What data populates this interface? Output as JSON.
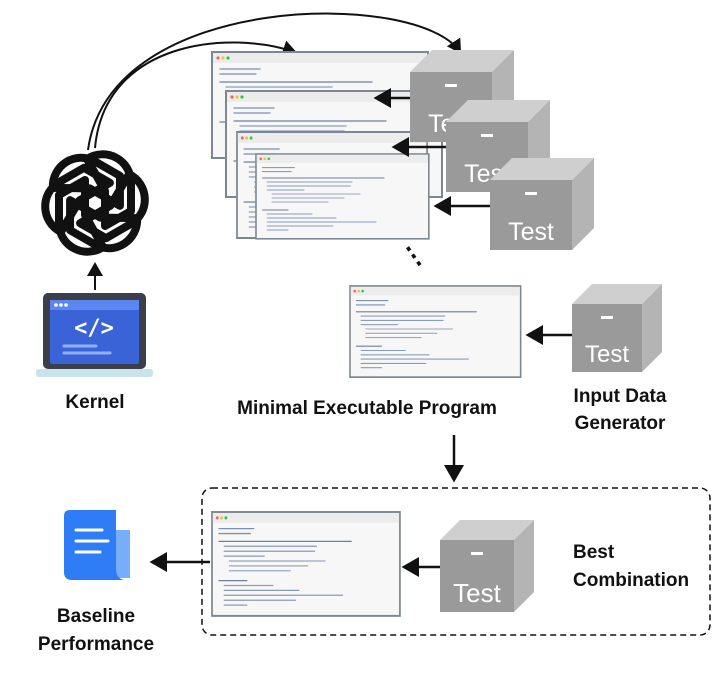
{
  "labels": {
    "kernel": "Kernel",
    "program": "Minimal Executable Program",
    "generator_line1": "Input Data",
    "generator_line2": "Generator",
    "best_line1": "Best",
    "best_line2": "Combination",
    "baseline_line1": "Baseline",
    "baseline_line2": "Performance"
  },
  "test_label": "Test",
  "ellipsis": "⋮",
  "icons": {
    "model": "openai-logo-icon",
    "kernel": "laptop-code-icon",
    "report": "document-icon",
    "cube": "test-cube-icon"
  },
  "colors": {
    "cube_front": "#9a9a9a",
    "cube_side": "#b4b4b4",
    "cube_top": "#cfcfcf",
    "window_frame": "#7d8791",
    "laptop_screen": "#3a63d8",
    "document_blue": "#2f7df6"
  }
}
